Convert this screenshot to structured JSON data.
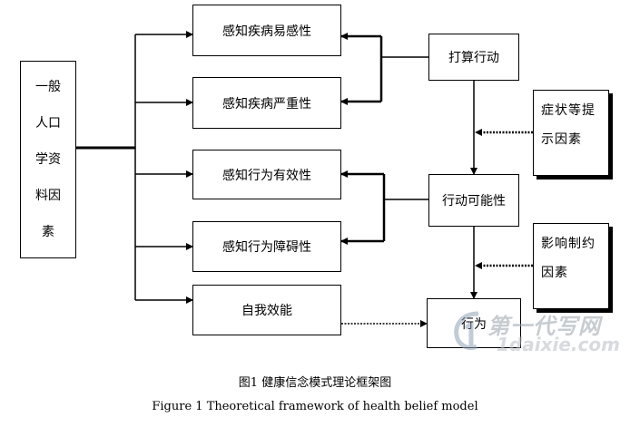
{
  "nodes": {
    "demographics": [
      "一般",
      "人口",
      "学资",
      "料因",
      "素"
    ],
    "perceived_susceptibility": "感知疾病易感性",
    "perceived_severity": "感知疾病严重性",
    "perceived_benefits": "感知行为有效性",
    "perceived_barriers": "感知行为障碍性",
    "self_efficacy": "自我效能",
    "intention": "打算行动",
    "cues_to_action": "症状等提示因素",
    "likelihood": "行动可能性",
    "modifying_factors": "影响制约因素",
    "behavior": "行为"
  },
  "captions": {
    "zh": "图1  健康信念模式理论框架图",
    "en": "Figure 1 Theoretical framework of health belief model"
  },
  "watermark": {
    "line1": "第一代写网",
    "line2": "1daixie.com"
  }
}
